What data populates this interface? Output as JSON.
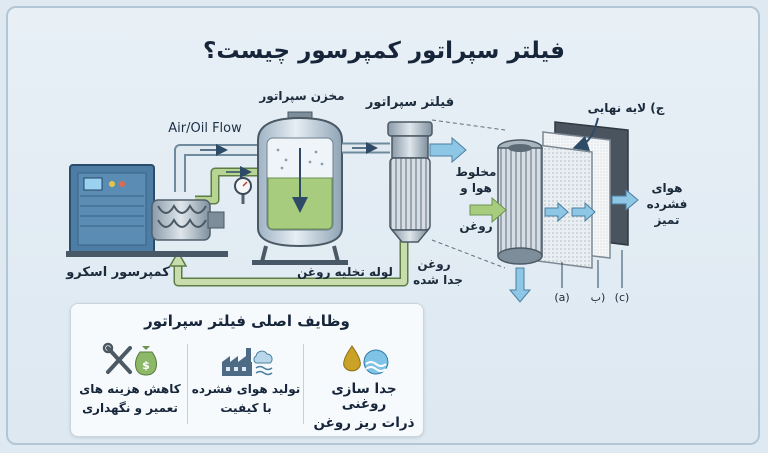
{
  "title": "فیلتر سپراتور کمپرسور چیست؟",
  "labels": {
    "separator_tank": "مخزن سپراتور",
    "separator_filter": "فیلتر سپراتور",
    "air_oil_flow": "Air/Oil Flow",
    "screw_compressor": "کمپرسور اسکرو",
    "oil_drain_pipe": "لوله تخلیه روغن",
    "separated_oil_line1": "روغن",
    "separated_oil_line2": "جدا شده",
    "final_layer": "ج) لایه نهایی",
    "mixture_line1": "مخلوط",
    "mixture_line2": "هوا و",
    "mixture_line3": "روغن",
    "clean_air_line1": "هوای",
    "clean_air_line2": "فشرده",
    "clean_air_line3": "تمیز",
    "layer_a": "(a)",
    "layer_b": "ب)",
    "layer_c": "(c)"
  },
  "functions": {
    "title": "وظایف اصلی فیلتر سپراتور",
    "items": [
      {
        "line1": "جدا سازی روغنی",
        "line2": "ذرات ریز روغن",
        "icon": "oil-water-drops-icon"
      },
      {
        "line1": "تولید هوای فشرده",
        "line2": "با کیفیت",
        "icon": "factory-cloud-icon"
      },
      {
        "line1": "کاهش هزینه های",
        "line2": "تعمیر و نگهداری",
        "icon": "tools-money-icon"
      }
    ]
  },
  "colors": {
    "flow_arrow": "#8ec6e6",
    "oil_green": "#a7cc7e",
    "compressor_blue": "#4d7da5",
    "oil_line": "#c9dcae"
  }
}
